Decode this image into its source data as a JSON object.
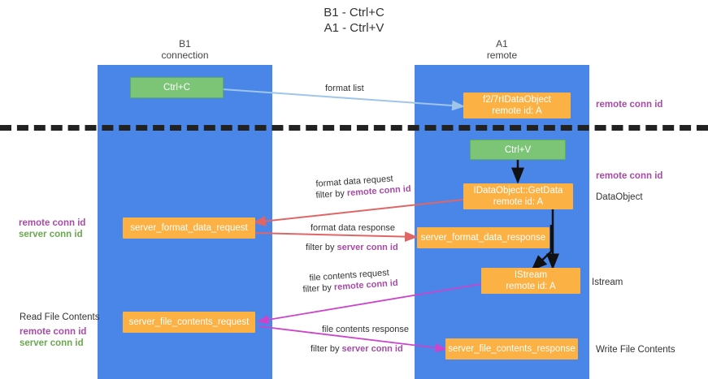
{
  "diagram": {
    "title": "B1 - Ctrl+C\nA1 - Ctrl+V",
    "type": "sequence-swimlane",
    "lanes": [
      {
        "id": "b1",
        "heading": "B1\nconnection",
        "color": "#4a86e8"
      },
      {
        "id": "a1",
        "heading": "A1\nremote",
        "color": "#4a86e8"
      }
    ],
    "colors": {
      "lane": "#4a86e8",
      "action_box": "#7cc576",
      "object_box": "#fbb143",
      "remote_conn_id": "#a64ca6",
      "server_conn_id": "#6aa84f",
      "arrow_format_list": "#9fc5e8",
      "arrow_ctrl_v": "#000000",
      "arrow_format_data": "#e06666",
      "arrow_file_contents": "#c27ba0",
      "divider": "#222222"
    },
    "boxes": [
      {
        "id": "ctrl-c",
        "label": "Ctrl+C",
        "style": "green",
        "lane": "b1"
      },
      {
        "id": "idataobject",
        "label": "f2/7rIDataObject\nremote id: A",
        "style": "orange",
        "lane": "a1"
      },
      {
        "id": "ctrl-v",
        "label": "Ctrl+V",
        "style": "green",
        "lane": "a1"
      },
      {
        "id": "getdata",
        "label": "IDataObject::GetData\nremote id: A",
        "style": "orange",
        "lane": "a1"
      },
      {
        "id": "server-format-data-request",
        "label": "server_format_data_request",
        "style": "orange",
        "lane": "b1"
      },
      {
        "id": "server-format-data-response",
        "label": "server_format_data_response",
        "style": "orange",
        "lane": "a1"
      },
      {
        "id": "istream",
        "label": "IStream\nremote id: A",
        "style": "orange",
        "lane": "a1"
      },
      {
        "id": "server-file-contents-request",
        "label": "server_file_contents_request",
        "style": "orange",
        "lane": "b1"
      },
      {
        "id": "server-file-contents-response",
        "label": "server_file_contents_response",
        "style": "orange",
        "lane": "a1"
      }
    ],
    "edge_labels": {
      "format_list": "format list",
      "format_data_request": "format data request",
      "format_data_request_filter_prefix": "filter by ",
      "format_data_request_filter_key": "remote conn id",
      "format_data_response": "format data response",
      "format_data_response_filter_prefix": "filter by ",
      "format_data_response_filter_key": "server conn id",
      "file_contents_request": "file contents request",
      "file_contents_request_filter_prefix": "filter by ",
      "file_contents_request_filter_key": "remote conn id",
      "file_contents_response": "file contents response",
      "file_contents_response_filter_prefix": "filter by ",
      "file_contents_response_filter_key": "server conn id"
    },
    "annotations": {
      "right_remote_conn_id_top": "remote conn id",
      "right_remote_conn_id_mid": "remote conn id",
      "right_dataobject": "DataObject",
      "right_istream": "Istream",
      "right_write_file_contents": "Write File Contents",
      "left_remote_conn_id": "remote conn id",
      "left_server_conn_id": "server conn id",
      "left_read_file_contents": "Read File Contents",
      "left_remote_conn_id_2": "remote conn id",
      "left_server_conn_id_2": "server conn id"
    }
  }
}
